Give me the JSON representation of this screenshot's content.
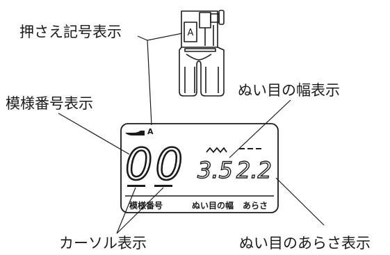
{
  "callouts": {
    "presser_foot_display": "押さえ記号表示",
    "pattern_number_display": "模様番号表示",
    "stitch_width_display": "ぬい目の幅表示",
    "cursor_display": "カーソル表示",
    "stitch_length_display": "ぬい目のあらさ表示"
  },
  "presser_foot": {
    "letter": "A"
  },
  "lcd": {
    "foot_code": "A",
    "pattern_number": "00",
    "stitch_width": "3.5",
    "stitch_length": "2.2",
    "pattern_number_label": "模様番号",
    "stitch_width_label": "ぬい目の幅",
    "stitch_length_label": "あらさ"
  }
}
